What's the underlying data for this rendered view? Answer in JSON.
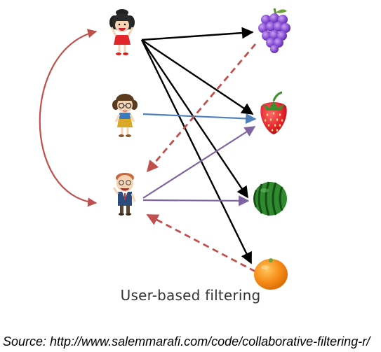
{
  "caption": "User-based filtering",
  "source": "Source: http://www.salemmarafi.com/code/collaborative-filtering-r/",
  "users": [
    {
      "id": "user-1",
      "icon": "girl-red-dress-icon"
    },
    {
      "id": "user-2",
      "icon": "girl-glasses-icon"
    },
    {
      "id": "user-3",
      "icon": "old-man-icon"
    }
  ],
  "items": [
    {
      "id": "grapes",
      "icon": "grapes-icon"
    },
    {
      "id": "strawberry",
      "icon": "strawberry-icon"
    },
    {
      "id": "watermelon",
      "icon": "watermelon-icon"
    },
    {
      "id": "orange",
      "icon": "orange-icon"
    }
  ],
  "edges": [
    {
      "from": "user-1",
      "to": "grapes",
      "kind": "purchase",
      "color": "#000000"
    },
    {
      "from": "user-1",
      "to": "strawberry",
      "kind": "purchase",
      "color": "#000000"
    },
    {
      "from": "user-1",
      "to": "watermelon",
      "kind": "purchase",
      "color": "#000000"
    },
    {
      "from": "user-1",
      "to": "orange",
      "kind": "purchase",
      "color": "#000000"
    },
    {
      "from": "user-2",
      "to": "strawberry",
      "kind": "purchase",
      "color": "#4f81bd"
    },
    {
      "from": "user-3",
      "to": "strawberry",
      "kind": "purchase",
      "color": "#8064a2"
    },
    {
      "from": "user-3",
      "to": "watermelon",
      "kind": "purchase",
      "color": "#8064a2"
    },
    {
      "from": "grapes",
      "to": "user-3",
      "kind": "recommendation",
      "color": "#c0504d"
    },
    {
      "from": "orange",
      "to": "user-3",
      "kind": "recommendation",
      "color": "#c0504d"
    },
    {
      "from": "user-1",
      "to": "user-3",
      "kind": "similarity",
      "color": "#c0504d"
    }
  ]
}
